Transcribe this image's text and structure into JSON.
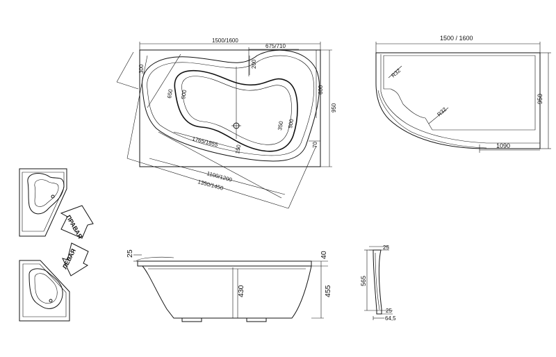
{
  "top_view": {
    "width_label": "1500/1600",
    "offset_label": "675/710",
    "d300": "300",
    "d200": "200",
    "d650": "650",
    "d500a": "500",
    "d600": "600",
    "d950": "950",
    "d350": "350",
    "d500b": "500",
    "d150": "150",
    "d70": "70",
    "diag_label": "1765/1855",
    "bottom1": "1100/1200",
    "bottom2": "1350/1450"
  },
  "outline_view": {
    "width_label": "1500 / 1600",
    "height_label": "950",
    "r1": "R32",
    "r2": "R32",
    "bottom_label": "1090"
  },
  "icons": {
    "right_label": "ПРАВАЯ",
    "left_label": "ЛЕВАЯ"
  },
  "front_view": {
    "d25": "25",
    "d40": "40",
    "d430": "430",
    "d455": "455"
  },
  "side_view": {
    "d25_top": "25",
    "d565": "565",
    "d25_bottom": "25",
    "d64_5": "64,5"
  }
}
